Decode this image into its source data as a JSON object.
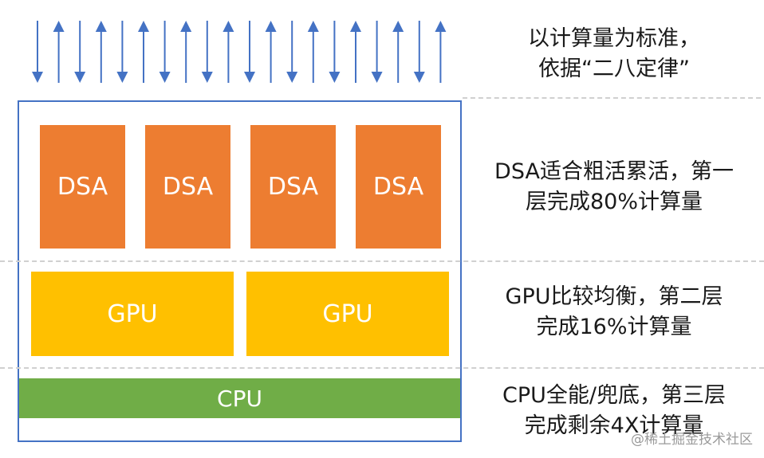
{
  "blocks": {
    "dsa": [
      "DSA",
      "DSA",
      "DSA",
      "DSA"
    ],
    "gpu": [
      "GPU",
      "GPU"
    ],
    "cpu": "CPU"
  },
  "labels": {
    "top": [
      "以计算量为标准，",
      "依据“二八定律”"
    ],
    "dsa": [
      "DSA适合粗活累活，第一",
      "层完成80%计算量"
    ],
    "gpu": [
      "GPU比较均衡，第二层",
      "完成16%计算量"
    ],
    "cpu": [
      "CPU全能/兜底，第三层",
      "完成剩余4X计算量"
    ]
  },
  "watermark": "@稀土掘金技术社区",
  "colors": {
    "frame": "#4472c4",
    "arrow": "#4472c4",
    "dsa": "#ed7d31",
    "gpu": "#ffc000",
    "cpu": "#70ad47"
  },
  "arrows": [
    "down",
    "up",
    "down",
    "up",
    "down",
    "up",
    "down",
    "up",
    "down",
    "up",
    "down",
    "up",
    "down",
    "up",
    "down",
    "up",
    "down",
    "up",
    "down",
    "up"
  ]
}
